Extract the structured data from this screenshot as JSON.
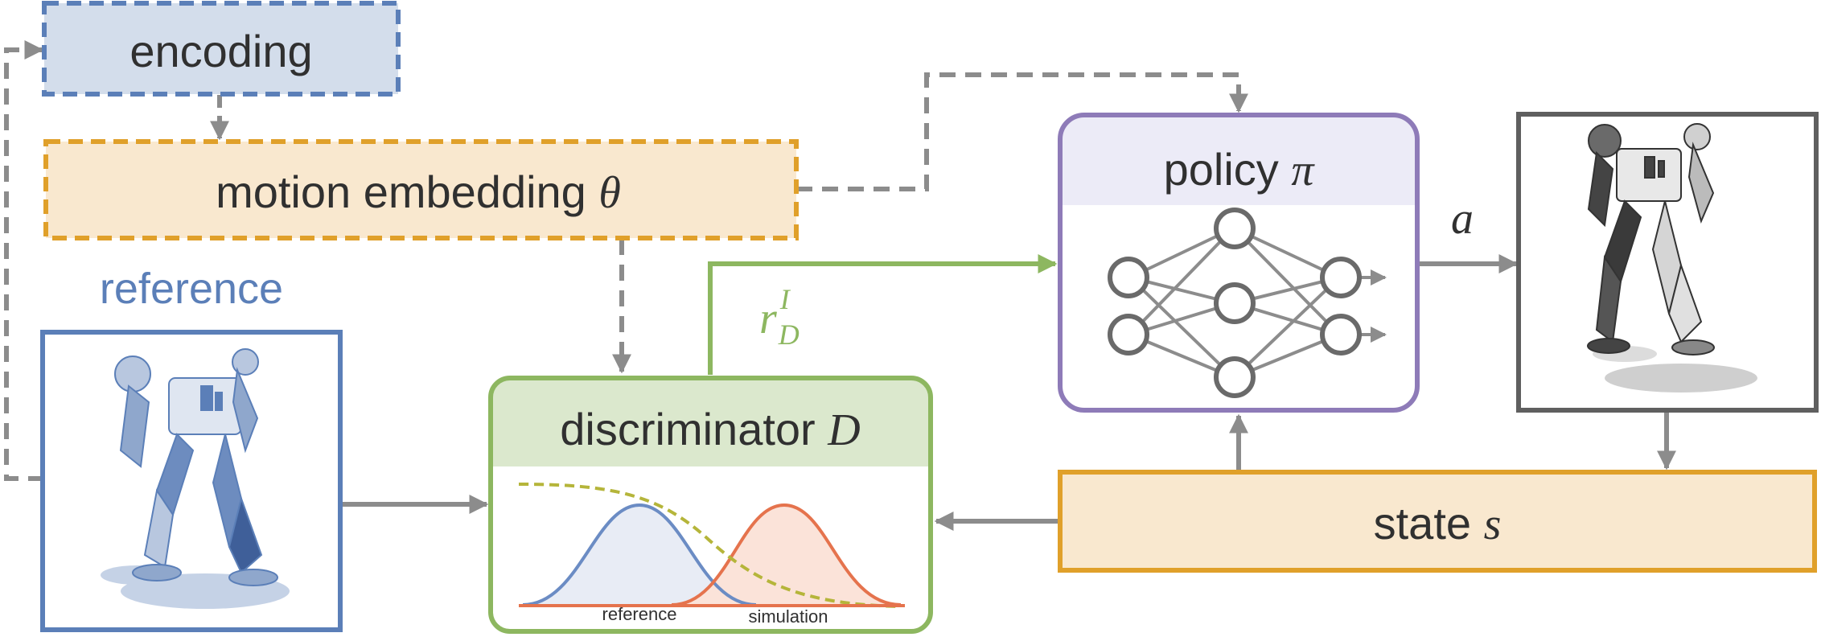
{
  "nodes": {
    "encoding": {
      "label": "encoding"
    },
    "motion_embedding": {
      "label": "motion embedding ",
      "symbol": "θ"
    },
    "reference_title": {
      "label": "reference"
    },
    "discriminator": {
      "label": "discriminator ",
      "symbol": "D"
    },
    "policy": {
      "label": "policy ",
      "symbol": "π"
    },
    "state": {
      "label": "state ",
      "symbol": "s"
    }
  },
  "edge_labels": {
    "reward_base": "r",
    "reward_sub": "D",
    "reward_sup": "I",
    "action": "a"
  },
  "discriminator_plot": {
    "curve_labels": [
      "reference",
      "simulation"
    ]
  },
  "colors": {
    "blue": "#5b7fb8",
    "blue_fill": "#d3ddeb",
    "orange": "#e0a02a",
    "orange_fill": "#f9e8cf",
    "green": "#8db760",
    "green_fill": "#dbe8cd",
    "purple": "#8e7bb8",
    "purple_fill": "#ecebf7",
    "gray": "#8c8c8c",
    "dark": "#5f5f5f",
    "text": "#303030"
  },
  "icons": [
    "humanoid-robot-reference-image",
    "humanoid-robot-simulation-image",
    "neural-network-icon"
  ]
}
